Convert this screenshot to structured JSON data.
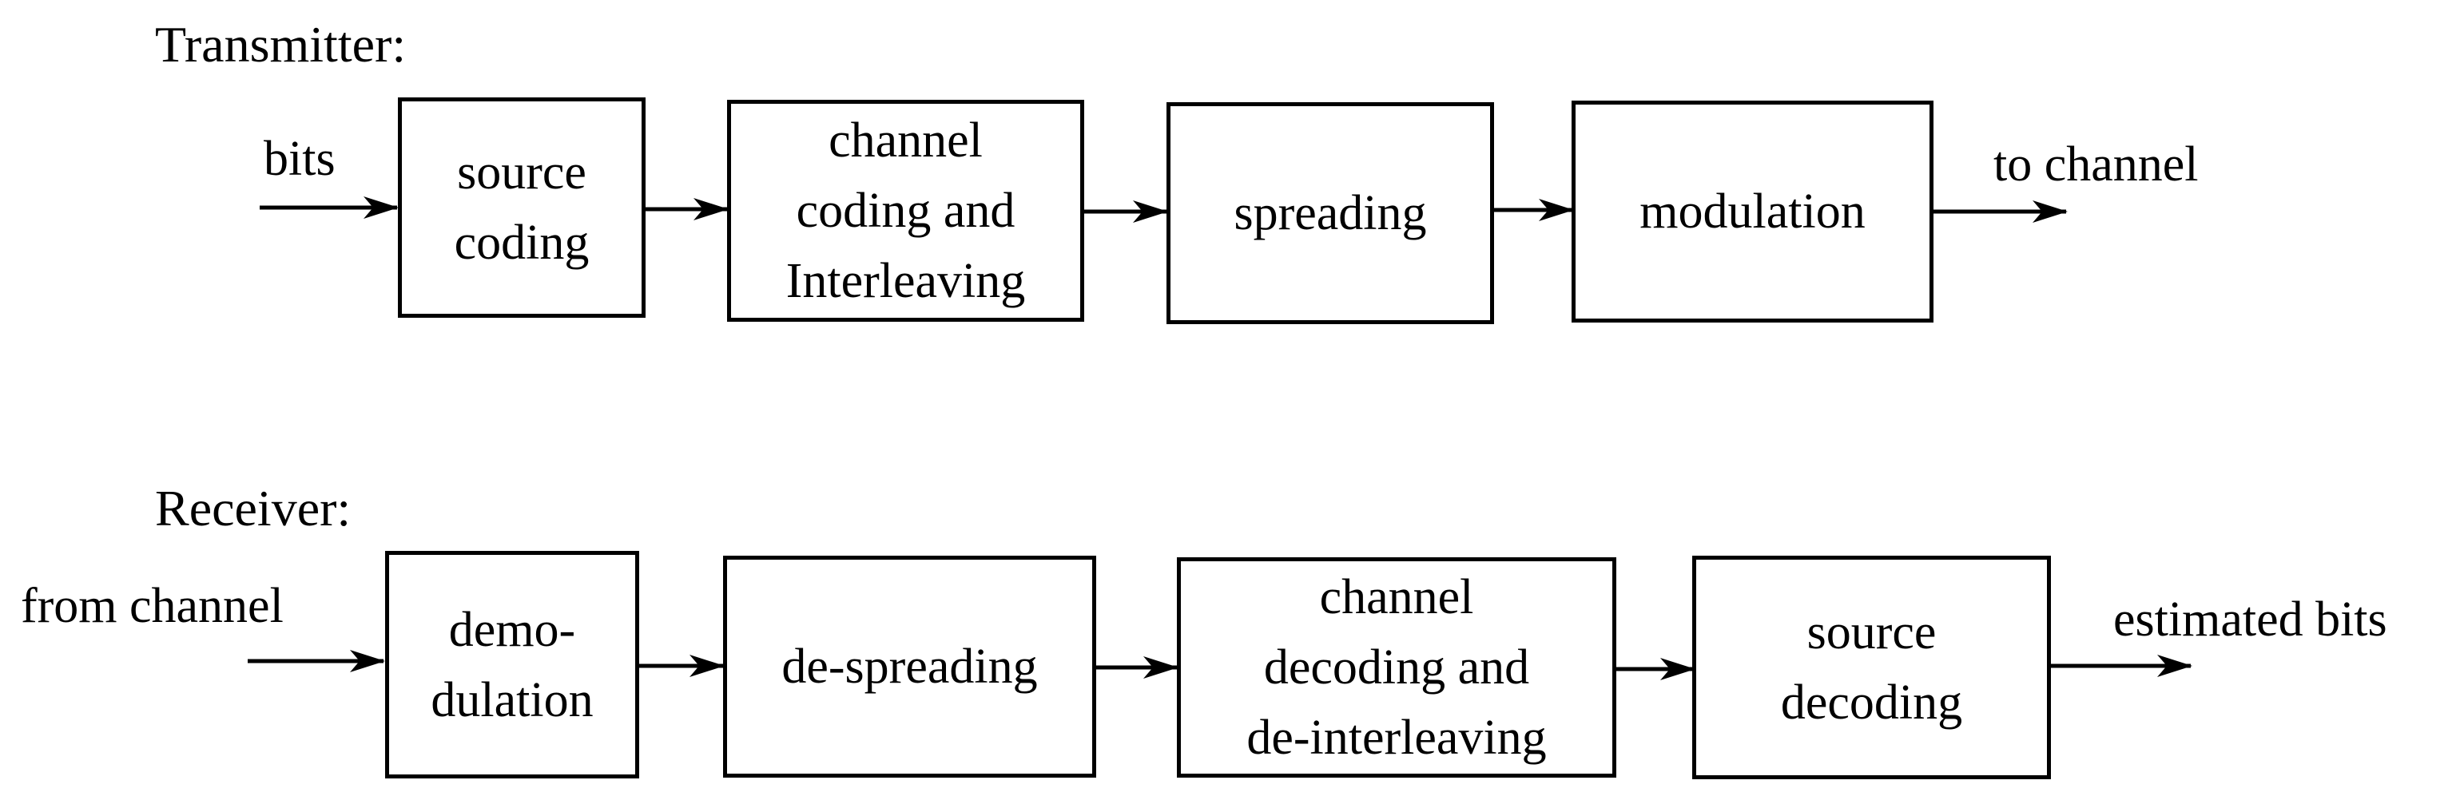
{
  "transmitter": {
    "title": "Transmitter:",
    "input_label": "bits",
    "output_label": "to channel",
    "blocks": [
      {
        "id": "source-coding",
        "label": "source\ncoding"
      },
      {
        "id": "channel-coding",
        "label": "channel\ncoding and\nInterleaving"
      },
      {
        "id": "spreading",
        "label": "spreading"
      },
      {
        "id": "modulation",
        "label": "modulation"
      }
    ]
  },
  "receiver": {
    "title": "Receiver:",
    "input_label": "from channel",
    "output_label": "estimated bits",
    "blocks": [
      {
        "id": "demodulation",
        "label": "demo-\ndulation"
      },
      {
        "id": "de-spreading",
        "label": "de-spreading"
      },
      {
        "id": "channel-decoding",
        "label": "channel\ndecoding and\nde-interleaving"
      },
      {
        "id": "source-decoding",
        "label": "source\ndecoding"
      }
    ]
  },
  "colors": {
    "stroke": "#000000",
    "background": "#ffffff"
  }
}
